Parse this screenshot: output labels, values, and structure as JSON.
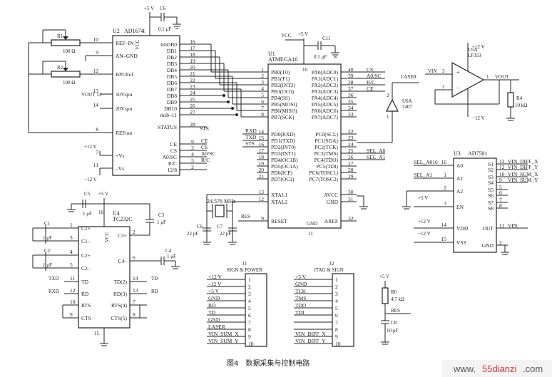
{
  "caption": "图4　数据采集与控制电路",
  "watermark": {
    "brand": "55dianzi",
    "tld": ".com",
    "prefix": "www."
  },
  "power": {
    "v5": "+5 V",
    "v5b": "+5 V",
    "v5c": "+5 V",
    "v5d": "+5 V",
    "v5e": "+5 V",
    "v12": "+12 V",
    "vn12": "−12 V",
    "v12_u5": "+12 V",
    "vn12_u5": "−12 V",
    "v12_u3": "+12 V",
    "vn12_u3": "−12 V",
    "vcc": "V$_{CC}$",
    "vcc_plain": "VCC"
  },
  "u2": {
    "ref": "U2",
    "part": "AD1674",
    "left_pins": [
      {
        "num": "10",
        "name": "REF–IN"
      },
      {
        "num": "9",
        "name": "AN–GND"
      },
      {
        "num": "12",
        "name": "BPLRof"
      },
      {
        "num": "13",
        "name": "10Vspu"
      },
      {
        "num": "14",
        "name": "20Vspu"
      },
      {
        "num": "8",
        "name": "REFout"
      },
      {
        "num": "7",
        "name": "+Vs"
      },
      {
        "num": "11",
        "name": "–Vs"
      }
    ],
    "right_pins": [
      {
        "num": "16",
        "name": "lsbDB0"
      },
      {
        "num": "17",
        "name": "DB1"
      },
      {
        "num": "18",
        "name": "DB2"
      },
      {
        "num": "19",
        "name": "DB3"
      },
      {
        "num": "20",
        "name": "DB4"
      },
      {
        "num": "21",
        "name": "DB5"
      },
      {
        "num": "22",
        "name": "DB6"
      },
      {
        "num": "23",
        "name": "DB7"
      },
      {
        "num": "24",
        "name": "DB8"
      },
      {
        "num": "25",
        "name": "DB9"
      },
      {
        "num": "26",
        "name": "DB10"
      },
      {
        "num": "27",
        "name": "msb–11"
      },
      {
        "num": "28",
        "name": "STATUS"
      },
      {
        "num": "6",
        "name": "CE"
      },
      {
        "num": "3",
        "name": "CS"
      },
      {
        "num": "4",
        "name": "A0/SC"
      },
      {
        "num": "5",
        "name": "R/C"
      },
      {
        "num": "2",
        "name": "12/8"
      }
    ],
    "net_sts": "STS",
    "net_ce": "CE",
    "net_cs": "CS",
    "net_a0sc": "A0/SC",
    "net_rc": "R/C",
    "pin1": "1",
    "vcc": "VCC"
  },
  "r1": {
    "ref": "R1",
    "value": "100 Ω"
  },
  "r2": {
    "ref": "R2",
    "value": "100 Ω"
  },
  "vout13": "VOUT 13",
  "c6": {
    "ref": "C6",
    "value": "0.1 μF"
  },
  "c11": {
    "ref": "C11",
    "value": "0.1 μF"
  },
  "u1": {
    "ref": "U1",
    "part": "ATMEGA16",
    "left_pins": [
      {
        "num": "1",
        "name": "PB0(T0)"
      },
      {
        "num": "2",
        "name": "PB1(T1)"
      },
      {
        "num": "3",
        "name": "PB2(INT2)"
      },
      {
        "num": "4",
        "name": "PB3(OC0)"
      },
      {
        "num": "5",
        "name": "PB4(SS)"
      },
      {
        "num": "6",
        "name": "PB5(MOSI)"
      },
      {
        "num": "7",
        "name": "PB6(MISO)"
      },
      {
        "num": "8",
        "name": "PB7(SCK)"
      },
      {
        "num": "14",
        "name": "PD0(RXD)"
      },
      {
        "num": "15",
        "name": "PD1(TXD)"
      },
      {
        "num": "16",
        "name": "PD2(INT0)"
      },
      {
        "num": "17",
        "name": "PD3(INT1)"
      },
      {
        "num": "18",
        "name": "PD4(OC1B)"
      },
      {
        "num": "19",
        "name": "PD5(OC1A)"
      },
      {
        "num": "20",
        "name": "PD6(ICP)"
      },
      {
        "num": "21",
        "name": "PD7(OC2)"
      },
      {
        "num": "13",
        "name": "XTAL1"
      },
      {
        "num": "12",
        "name": "XTAL2"
      },
      {
        "num": "9",
        "name": "RESET"
      }
    ],
    "right_pins": [
      {
        "num": "40",
        "name": "PA0(ADC0)",
        "net": "CS"
      },
      {
        "num": "39",
        "name": "PA1(ADC1)",
        "net": "A0/SC"
      },
      {
        "num": "38",
        "name": "PA2(ADC2)",
        "net": "R/C"
      },
      {
        "num": "37",
        "name": "PA3(ADC3)",
        "net": "CE"
      },
      {
        "num": "36",
        "name": "PA4(ADC4)",
        "net": ""
      },
      {
        "num": "35",
        "name": "PA5(ADC5)",
        "net": ""
      },
      {
        "num": "34",
        "name": "PA6(ADC6)",
        "net": ""
      },
      {
        "num": "33",
        "name": "PA7(ADC7)",
        "net": ""
      },
      {
        "num": "22",
        "name": "PC0(SCL)",
        "net": ""
      },
      {
        "num": "23",
        "name": "PC1(SDA)",
        "net": ""
      },
      {
        "num": "24",
        "name": "PC2(TCK)",
        "net": ""
      },
      {
        "num": "25",
        "name": "PC3(TMS)",
        "net": "SEL_A0"
      },
      {
        "num": "26",
        "name": "PC4(TDO)",
        "net": "SEL_A1"
      },
      {
        "num": "27",
        "name": "PC5(TDI)",
        "net": ""
      },
      {
        "num": "28",
        "name": "PC6(TOSC1)",
        "net": ""
      },
      {
        "num": "29",
        "name": "PC7(TOSC2)",
        "net": ""
      },
      {
        "num": "30",
        "name": "AVCC",
        "net": ""
      },
      {
        "num": "31",
        "name": "GND",
        "net": ""
      },
      {
        "num": "32",
        "name": "AREF",
        "net": ""
      }
    ],
    "pin10": "10",
    "pin11": "11",
    "gnd": "GND",
    "net_rxd": "RXD",
    "net_txd": "TXD",
    "net_sts": "STS",
    "net_res": "RES"
  },
  "laser": {
    "label": "LASER",
    "ref": "U6A",
    "part": "7407",
    "pin1": "1",
    "pin2": "2"
  },
  "crystal": {
    "freq": "24.576 MHz",
    "c6": "C6",
    "c7": "C7",
    "c6v": "22 pF",
    "c7v": "22 pF"
  },
  "u5": {
    "ref": "U5A",
    "part": "LF353",
    "vin": "VIN",
    "vout": "VOUT",
    "p3": "3",
    "p2": "2",
    "p1": "1",
    "p8": "8",
    "p4": "4"
  },
  "r4": {
    "ref": "R4",
    "value": "10 kΩ"
  },
  "u3": {
    "ref": "U3",
    "part": "AD7501",
    "left_pins": [
      {
        "num": "16",
        "name": "A0",
        "net": "SEL_A016"
      },
      {
        "num": "1",
        "name": "A1",
        "net": "SEL_A1"
      },
      {
        "num": "2",
        "name": "A2",
        "net": ""
      },
      {
        "num": "3",
        "name": "EN",
        "net": ""
      },
      {
        "num": "14",
        "name": "VDD",
        "net": ""
      },
      {
        "num": "15",
        "name": "VSS",
        "net": ""
      }
    ],
    "right_pins": [
      {
        "num": "13",
        "name": "S1",
        "net": "VIN_DIFF_X"
      },
      {
        "num": "12",
        "name": "S2",
        "net": "VIN_DIFF_Y"
      },
      {
        "num": "10",
        "name": "S3",
        "net": "VIN_SUM_X"
      },
      {
        "num": "9",
        "name": "S4",
        "net": "VIN_SUM_Y"
      },
      {
        "num": "5",
        "name": "S5",
        "net": ""
      },
      {
        "num": "6",
        "name": "S6",
        "net": ""
      },
      {
        "num": "7",
        "name": "S7",
        "net": ""
      },
      {
        "num": "8",
        "name": "S8",
        "net": ""
      },
      {
        "num": "11",
        "name": "OUT",
        "net": "VIN"
      },
      {
        "num": "2",
        "name": "GND",
        "net": ""
      }
    ]
  },
  "u4": {
    "ref": "U4",
    "part": "TC232C",
    "left_pins": [
      {
        "num": "1",
        "name": "C1+"
      },
      {
        "num": "3",
        "name": "C1–"
      },
      {
        "num": "4",
        "name": "C2+"
      },
      {
        "num": "5",
        "name": "C2–"
      },
      {
        "num": "11",
        "name": "TD"
      },
      {
        "num": "12",
        "name": "RD"
      },
      {
        "num": "10",
        "name": "RTS"
      },
      {
        "num": "9",
        "name": "CTS"
      }
    ],
    "right_pins": [
      {
        "num": "2",
        "name": "C3+"
      },
      {
        "num": "6",
        "name": "C4–"
      },
      {
        "num": "14",
        "name": "TD(2)"
      },
      {
        "num": "13",
        "name": "RD(3)"
      },
      {
        "num": "7",
        "name": "RTS(4)"
      },
      {
        "num": "8",
        "name": "CTS(5)"
      }
    ],
    "pin16": "16",
    "pin15": "15",
    "vcc": "VCC",
    "net_txd": "TXD",
    "net_rxd": "RXD",
    "net_td": "TD",
    "net_rd": "RD"
  },
  "caps232": {
    "c5": "C5",
    "c5v": "1 μF",
    "c1": "C1",
    "c1v": "1 μF",
    "c2": "C2",
    "c2v": "1 μF",
    "c3": "C3",
    "c3v": "1 μF",
    "c4": "C4",
    "c4v": "1 μF"
  },
  "j1": {
    "ref": "J1",
    "title": "SIGN & POWER",
    "rows": [
      {
        "num": "1",
        "net": "+12 V"
      },
      {
        "num": "2",
        "net": "–12 V"
      },
      {
        "num": "3",
        "net": "+5 V"
      },
      {
        "num": "4",
        "net": "GND"
      },
      {
        "num": "5",
        "net": "RD"
      },
      {
        "num": "6",
        "net": "TD"
      },
      {
        "num": "7",
        "net": "GND"
      },
      {
        "num": "8",
        "net": "LASER"
      },
      {
        "num": "9",
        "net": "VIN_SUM_X"
      },
      {
        "num": "10",
        "net": "VIN_SUM_Y"
      }
    ]
  },
  "j2": {
    "ref": "J2",
    "title": "JTAG & SIGN",
    "rows": [
      {
        "num": "1",
        "net": "+5 V"
      },
      {
        "num": "2",
        "net": "GND"
      },
      {
        "num": "3",
        "net": "TCK"
      },
      {
        "num": "4",
        "net": "TMS"
      },
      {
        "num": "5",
        "net": "TDO"
      },
      {
        "num": "6",
        "net": "TDI"
      },
      {
        "num": "7",
        "net": ""
      },
      {
        "num": "8",
        "net": ""
      },
      {
        "num": "9",
        "net": "VIN_DIFF_X"
      },
      {
        "num": "10",
        "net": "VIN_DIFF_Y"
      }
    ]
  },
  "reset": {
    "r": "R6",
    "rv": "4.7 kΩ",
    "net": "RES",
    "c": "C8",
    "cv": "10 μF"
  }
}
